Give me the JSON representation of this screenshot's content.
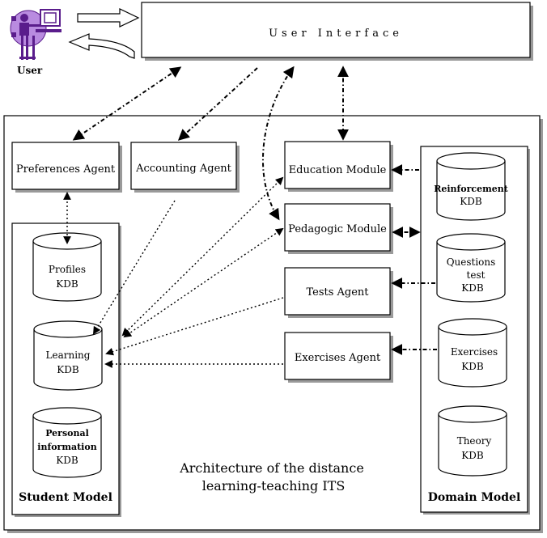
{
  "user": {
    "label": "User"
  },
  "user_interface": {
    "label": "User Interface"
  },
  "agents": {
    "preferences": "Preferences Agent",
    "accounting": "Accounting Agent",
    "tests": "Tests Agent",
    "exercises": "Exercises Agent"
  },
  "modules": {
    "education": "Education Module",
    "pedagogic": "Pedagogic Module"
  },
  "student_model": {
    "label": "Student Model",
    "kdbs": {
      "profiles": [
        "Profiles",
        "KDB"
      ],
      "learning": [
        "Learning",
        "KDB"
      ],
      "personal": [
        "Personal",
        "information",
        "KDB"
      ]
    }
  },
  "domain_model": {
    "label": "Domain Model",
    "kdbs": {
      "reinforcement": [
        "Reinforcement",
        "KDB"
      ],
      "questions": [
        "Questions",
        "test",
        "KDB"
      ],
      "exercises": [
        "Exercises",
        "KDB"
      ],
      "theory": [
        "Theory",
        "KDB"
      ]
    }
  },
  "caption": [
    "Architecture of the distance",
    "learning-teaching ITS"
  ],
  "colors": {
    "user_icon_fill": "#b98be0",
    "user_icon_stroke": "#5a1d8c",
    "shadow": "#9a9a9a"
  }
}
